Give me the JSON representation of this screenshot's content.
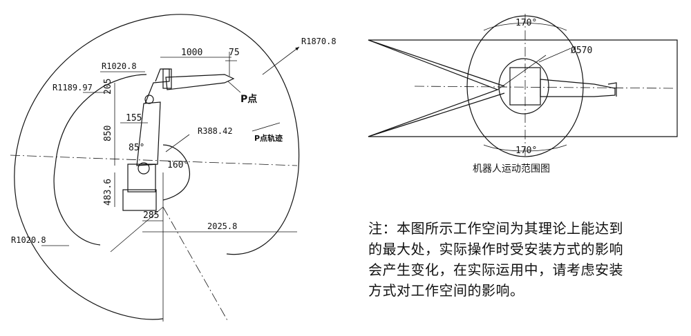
{
  "side_view": {
    "radius_outer": "R1870.8",
    "radius_upper_left": "R1020.8",
    "radius_left": "R1189.97",
    "radius_lower_left": "R1020.8",
    "radius_inner": "R388.42",
    "dim_arm_length": "1000",
    "dim_tip": "75",
    "dim_205": "205",
    "dim_155": "155",
    "dim_850": "850",
    "dim_483": "483.6",
    "dim_285": "285",
    "dim_reach": "2025.8",
    "angle_85": "85°",
    "angle_160": "160°",
    "label_p_point": "P点",
    "label_p_path": "P点轨迹"
  },
  "top_view": {
    "angle_top": "170°",
    "angle_bottom": "170°",
    "base_dia": "Ø570",
    "caption": "机器人运动范围图"
  },
  "note": {
    "line1": "注：本图所示工作空间为其理论上能达到",
    "line2": "的最大处，实际操作时受安装方式的影响",
    "line3": "会产生变化，在实际运用中，请考虑安装",
    "line4": "方式对工作空间的影响。"
  }
}
